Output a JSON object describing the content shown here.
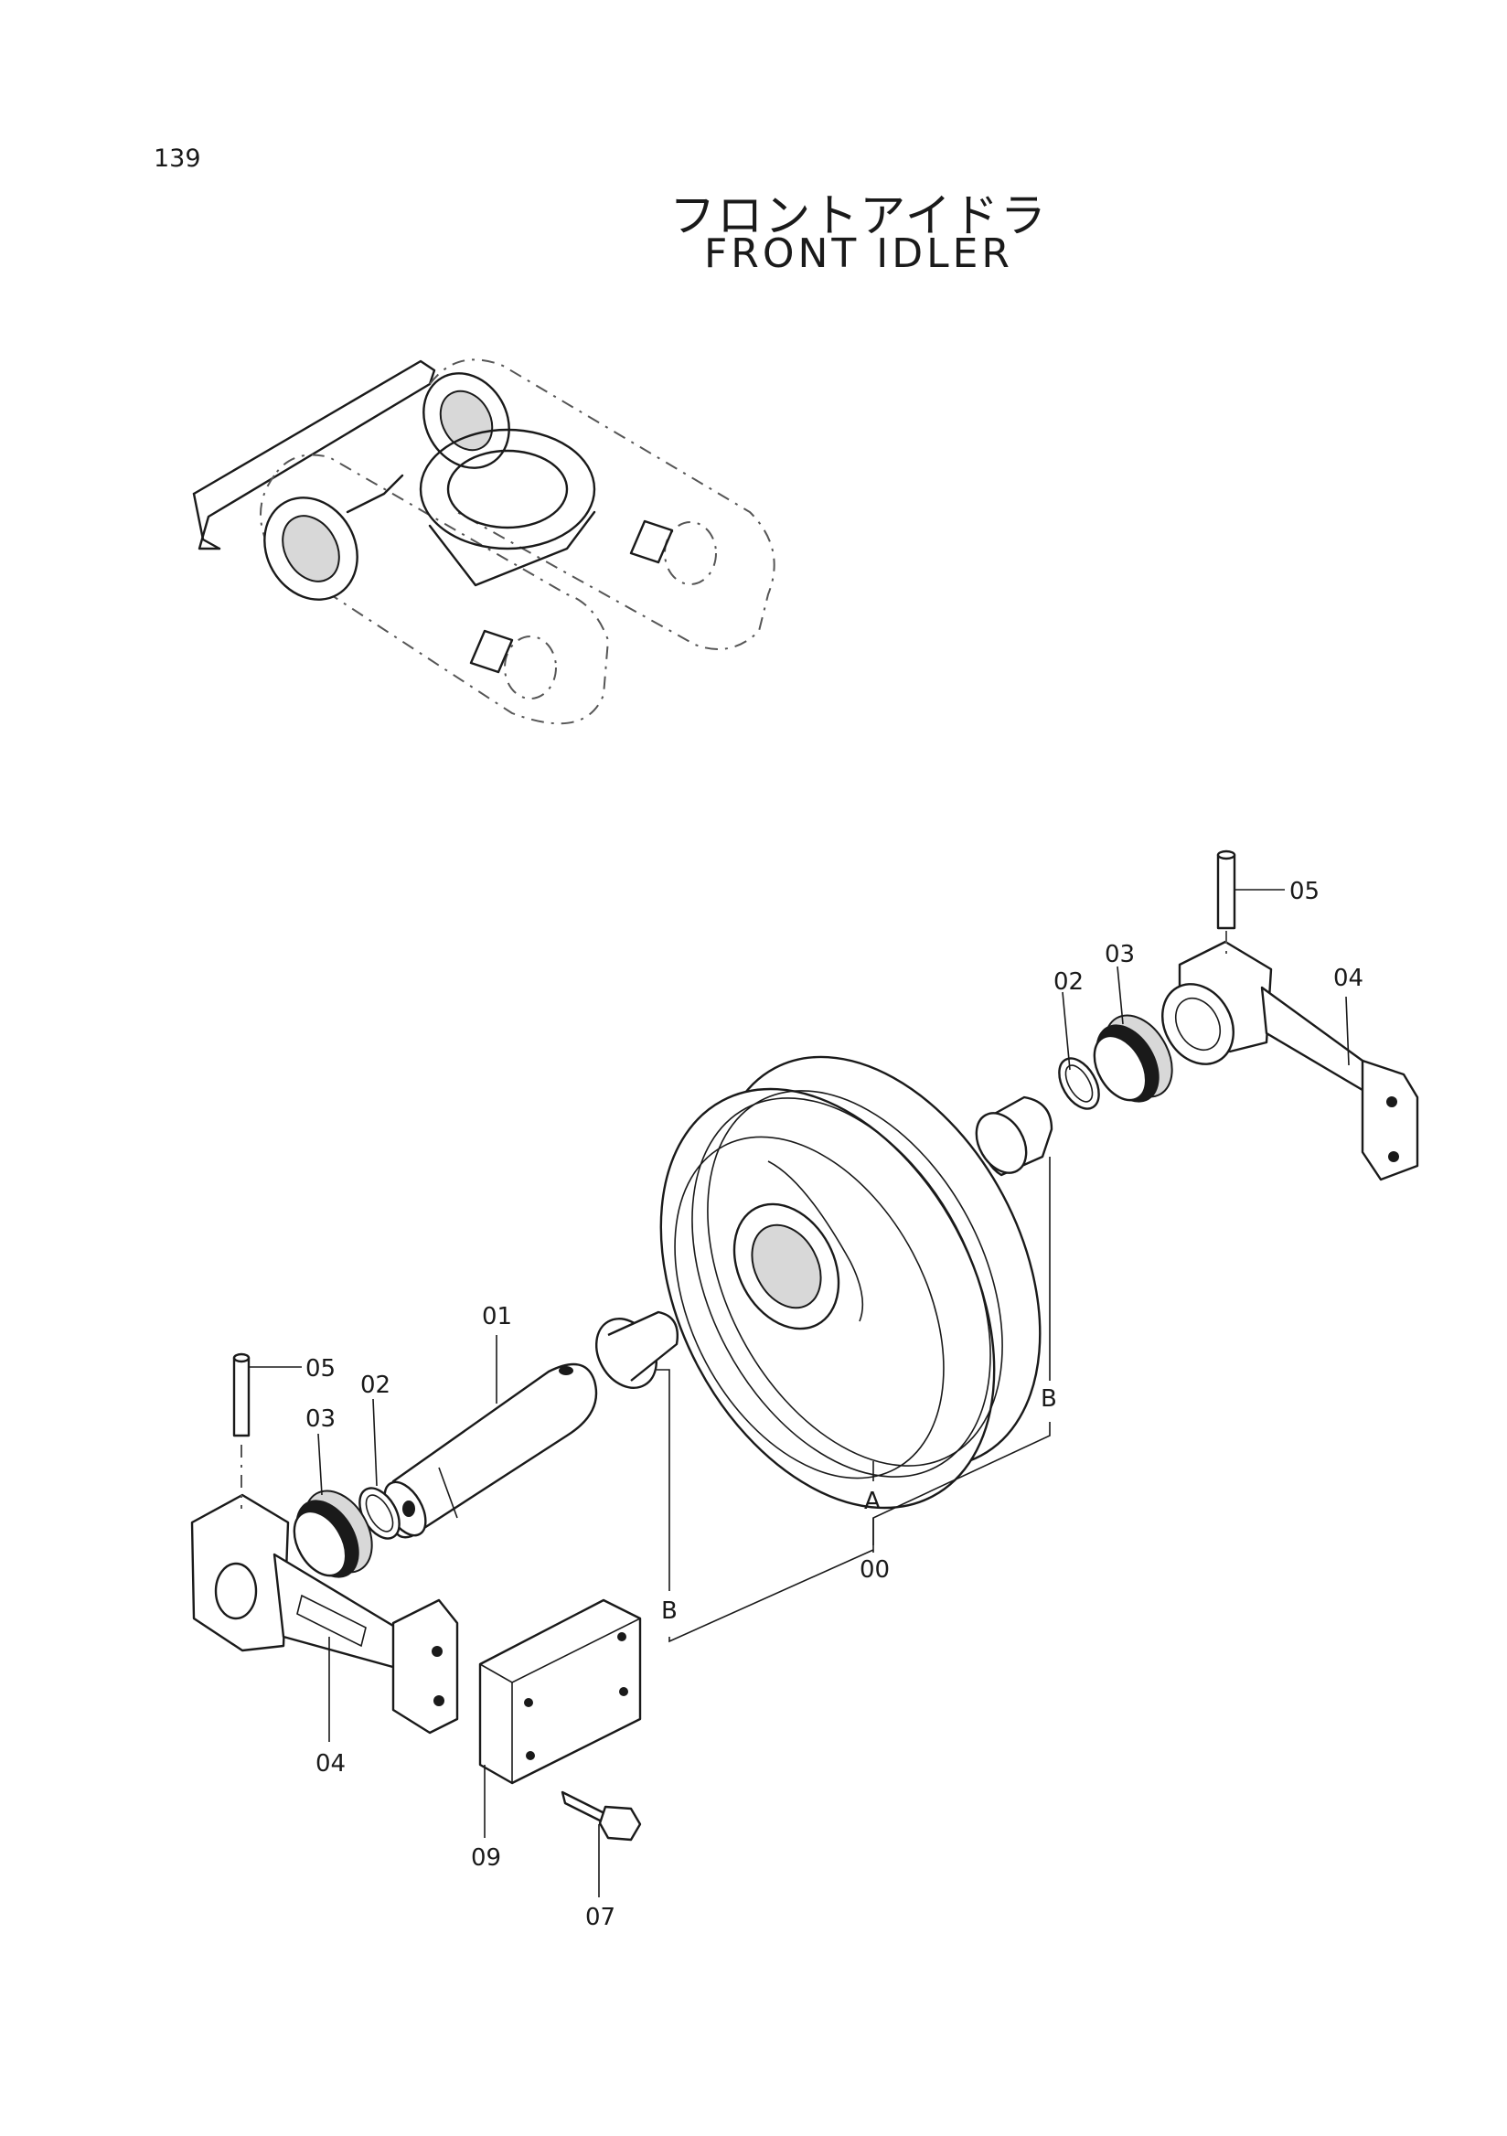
{
  "page": {
    "number": "139"
  },
  "title": {
    "jp": "フロントアイドラ",
    "en": "FRONT  IDLER"
  },
  "labels": {
    "l05_right": "05",
    "l02_right": "02",
    "l03_right": "03",
    "l04_right": "04",
    "l01": "01",
    "l05_left": "05",
    "l02_left": "02",
    "l03_left": "03",
    "lB_right": "B",
    "lA": "A",
    "l00": "00",
    "lB_left": "B",
    "l04_left": "04",
    "l09": "09",
    "l07": "07"
  }
}
